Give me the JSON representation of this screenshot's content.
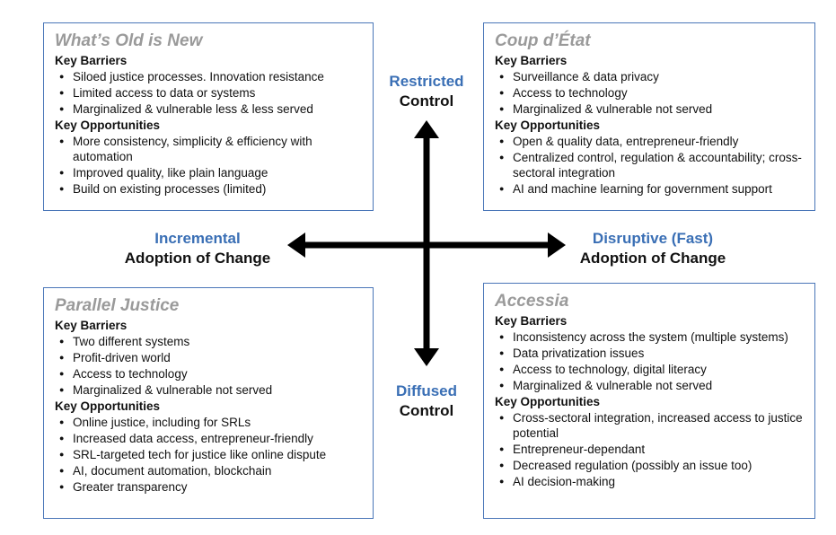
{
  "quadrants": {
    "top_left": {
      "title": "What’s Old is New",
      "barriers_heading": "Key Barriers",
      "barriers": [
        "Siloed justice processes. Innovation resistance",
        "Limited access to data or systems",
        "Marginalized & vulnerable less & less served"
      ],
      "opportunities_heading": "Key Opportunities",
      "opportunities": [
        "More consistency, simplicity & efficiency with automation",
        "Improved quality, like plain language",
        "Build on existing processes (limited)"
      ]
    },
    "top_right": {
      "title": "Coup d’État",
      "barriers_heading": "Key Barriers",
      "barriers": [
        "Surveillance & data privacy",
        "Access to technology",
        "Marginalized & vulnerable not served"
      ],
      "opportunities_heading": "Key Opportunities",
      "opportunities": [
        "Open & quality data, entrepreneur-friendly",
        "Centralized control, regulation & accountability; cross-sectoral integration",
        "AI and machine learning for government support"
      ]
    },
    "bottom_left": {
      "title": "Parallel Justice",
      "barriers_heading": "Key Barriers",
      "barriers": [
        "Two different systems",
        "Profit-driven world",
        "Access to technology",
        "Marginalized & vulnerable not served"
      ],
      "opportunities_heading": "Key Opportunities",
      "opportunities": [
        "Online justice, including for SRLs",
        "Increased data access, entrepreneur-friendly",
        "SRL-targeted tech for justice like online dispute",
        "AI, document automation, blockchain",
        "Greater transparency"
      ]
    },
    "bottom_right": {
      "title": "Accessia",
      "barriers_heading": "Key Barriers",
      "barriers": [
        "Inconsistency across the system (multiple systems)",
        "Data privatization issues",
        "Access to technology, digital literacy",
        "Marginalized & vulnerable not served"
      ],
      "opportunities_heading": "Key Opportunities",
      "opportunities": [
        "Cross-sectoral integration, increased access to justice potential",
        "Entrepreneur-dependant",
        "Decreased regulation (possibly an issue too)",
        "AI decision-making"
      ]
    }
  },
  "axes": {
    "top": {
      "qualifier": "Restricted",
      "label": "Control"
    },
    "bottom": {
      "qualifier": "Diffused",
      "label": "Control"
    },
    "left": {
      "qualifier": "Incremental",
      "label": "Adoption of Change"
    },
    "right": {
      "qualifier": "Disruptive (Fast)",
      "label": "Adoption of Change"
    }
  },
  "colors": {
    "accent_blue": "#3a6fb5",
    "box_border": "#4a76b8",
    "title_gray": "#9a9a9a",
    "arrow": "#000000"
  }
}
